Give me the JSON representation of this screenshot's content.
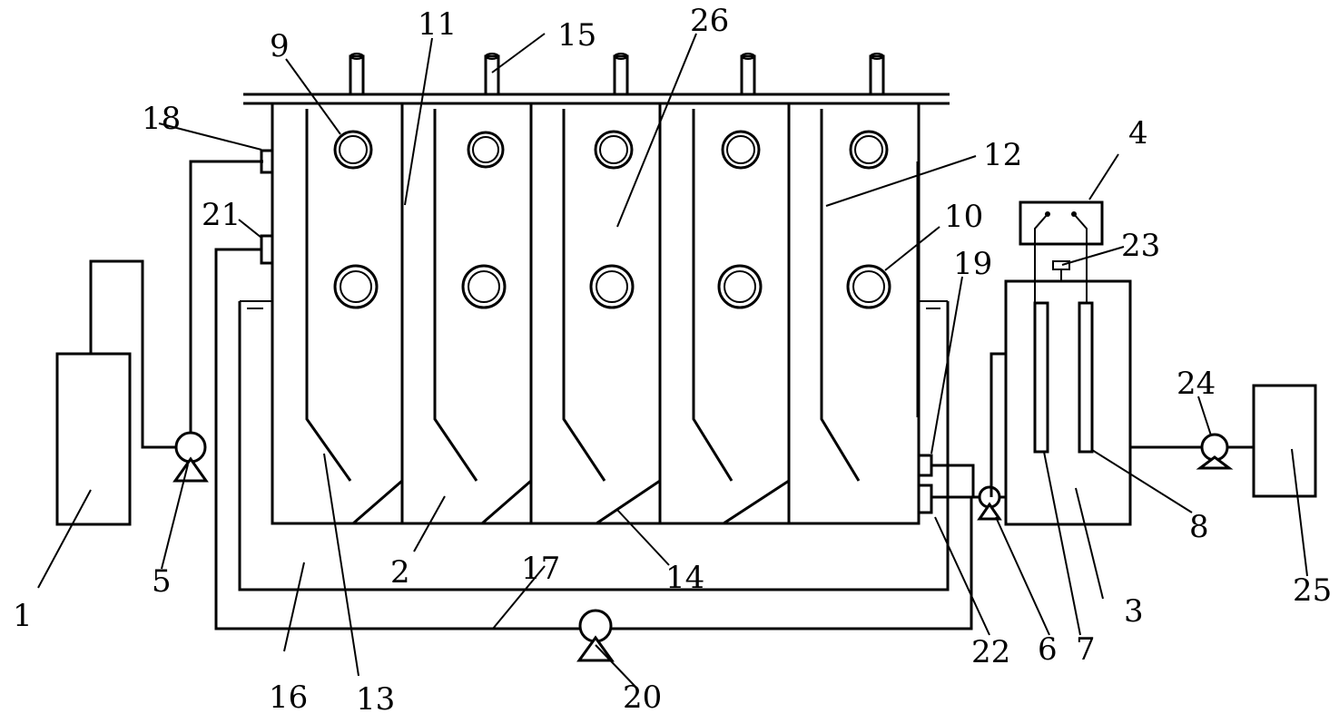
{
  "diagram": {
    "labels": {
      "l1": "1",
      "l2": "2",
      "l3": "3",
      "l4": "4",
      "l5": "5",
      "l6": "6",
      "l7": "7",
      "l8": "8",
      "l9": "9",
      "l10": "10",
      "l11": "11",
      "l12": "12",
      "l13": "13",
      "l14": "14",
      "l15": "15",
      "l16": "16",
      "l17": "17",
      "l18": "18",
      "l19": "19",
      "l20": "20",
      "l21": "21",
      "l22": "22",
      "l23": "23",
      "l24": "24",
      "l25": "25",
      "l26": "26"
    }
  }
}
